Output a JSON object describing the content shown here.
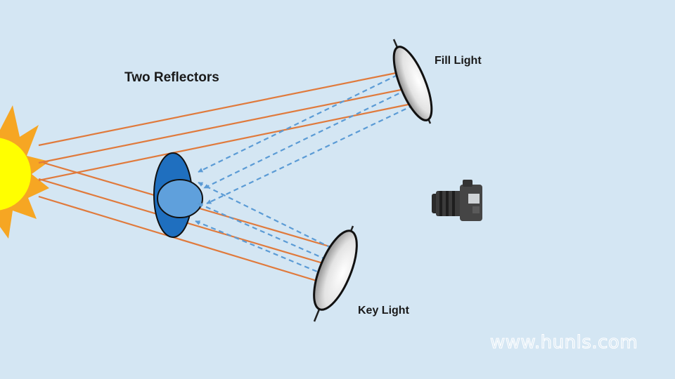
{
  "diagram": {
    "title": "Two Reflectors",
    "labels": {
      "fill_light": "Fill Light",
      "key_light": "Key Light"
    },
    "watermark": "www.hunls.com",
    "colors": {
      "background": "#d4e6f3",
      "sun": "#ffff00",
      "sun_rays": "#f6a623",
      "direct_rays": "#e07a3c",
      "reflected_rays": "#5b9bd5",
      "subject_body": "#1f6fbf",
      "subject_head": "#5fa0dc"
    },
    "icons": [
      "sun-icon",
      "subject-icon",
      "fill-reflector-icon",
      "key-reflector-icon",
      "camera-icon"
    ]
  }
}
